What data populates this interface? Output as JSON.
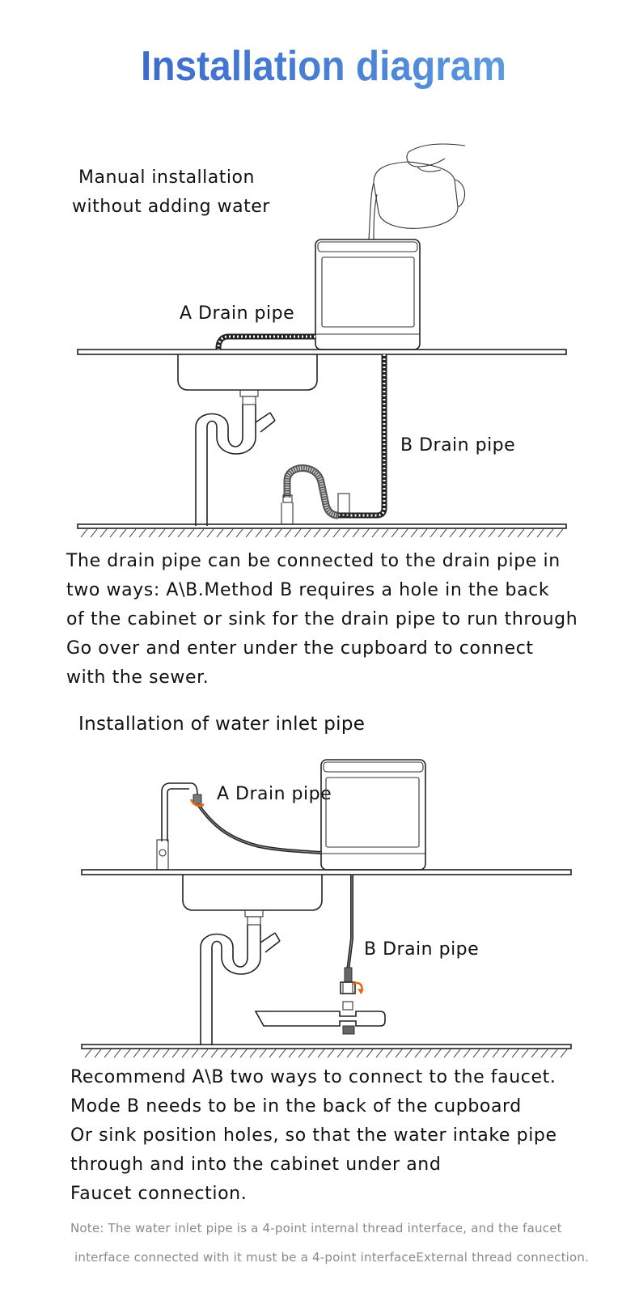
{
  "title": "Installation diagram",
  "section1": {
    "manual_label": [
      "Manual installation",
      "without adding water"
    ],
    "drain_a_label": "A Drain pipe",
    "drain_b_label": "B Drain pipe",
    "paragraph": [
      "The drain pipe can be connected to the drain pipe in",
      "two ways: A\\B.Method B requires a hole in the back",
      "of the cabinet or sink for the drain pipe to run through",
      "Go over and enter under the cupboard to connect",
      "with the sewer."
    ]
  },
  "section2": {
    "heading": "Installation of water inlet pipe",
    "drain_a_label": "A Drain pipe",
    "drain_b_label": "B Drain pipe",
    "paragraph": [
      "Recommend A\\B two ways to connect to the faucet.",
      "Mode B needs to be in the back of the cupboard",
      "Or sink position holes, so that the water intake pipe",
      "through and into the cabinet under and",
      "Faucet connection."
    ],
    "note": [
      "Note: The water inlet pipe is a 4-point internal thread interface, and the faucet",
      "interface connected with it must be a 4-point interfaceExternal thread connection."
    ]
  },
  "colors": {
    "title_start": "#3560c6",
    "title_end": "#6aaee7",
    "arrow": "#e8650f"
  }
}
